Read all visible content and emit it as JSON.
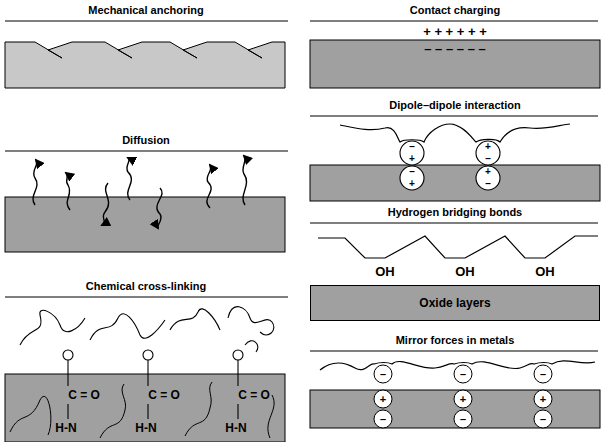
{
  "diagram": {
    "nodes": [
      {
        "text": [
          "Oxide layers"
        ]
      }
    ],
    "labels": [
      "Mechanical anchoring",
      "Diffusion",
      "Chemical cross-linking",
      "C = O",
      "H-N",
      "C = O",
      "H-N",
      "C = O",
      "H-N",
      "Contact charging",
      "+ + + + + +",
      "– – – – – –",
      "Dipole–dipole interaction",
      "–",
      "+",
      "–",
      "+",
      "+",
      "–",
      "+",
      "–",
      "Hydrogen bridging bonds",
      "OH",
      "OH",
      "OH",
      "Mirror forces in metals",
      "–",
      "+",
      "–",
      "–",
      "+",
      "–",
      "–",
      "+",
      "–"
    ]
  }
}
